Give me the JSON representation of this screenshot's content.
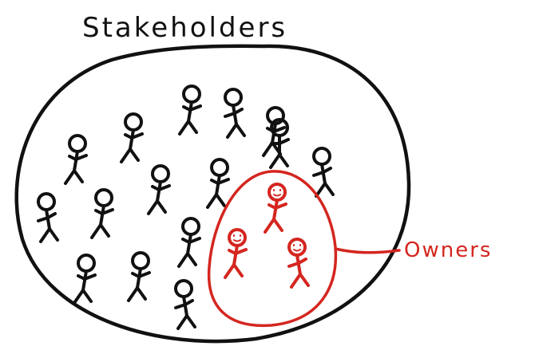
{
  "diagram": {
    "title": "Stakeholders",
    "callout_label": "Owners",
    "colors": {
      "ink": "#111111",
      "accent": "#d4261f",
      "background": "#ffffff"
    },
    "groups": [
      {
        "name": "stakeholders",
        "figure_count": 18,
        "color": "ink"
      },
      {
        "name": "owners",
        "figure_count": 3,
        "color": "accent"
      }
    ]
  }
}
